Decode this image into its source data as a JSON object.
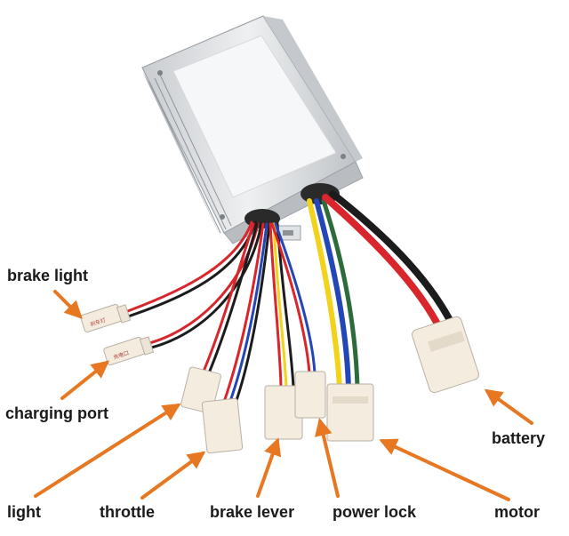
{
  "colors": {
    "arrow": "#e87722",
    "label": "#1a1a1a",
    "wire_red": "#d8262c",
    "wire_black": "#1c1c1c",
    "wire_blue": "#2447b8",
    "wire_yellow": "#f2d21a",
    "connector": "#f3ecdf",
    "housing": "#d9dcdf"
  },
  "labels": {
    "brake_light": "brake light",
    "charging_port": "charging port",
    "light": "light",
    "throttle": "throttle",
    "brake_lever": "brake lever",
    "power_lock": "power lock",
    "motor": "motor",
    "battery": "battery"
  },
  "chips": {
    "brake_light_chip": "刹车灯",
    "charging_chip": "充电口"
  }
}
